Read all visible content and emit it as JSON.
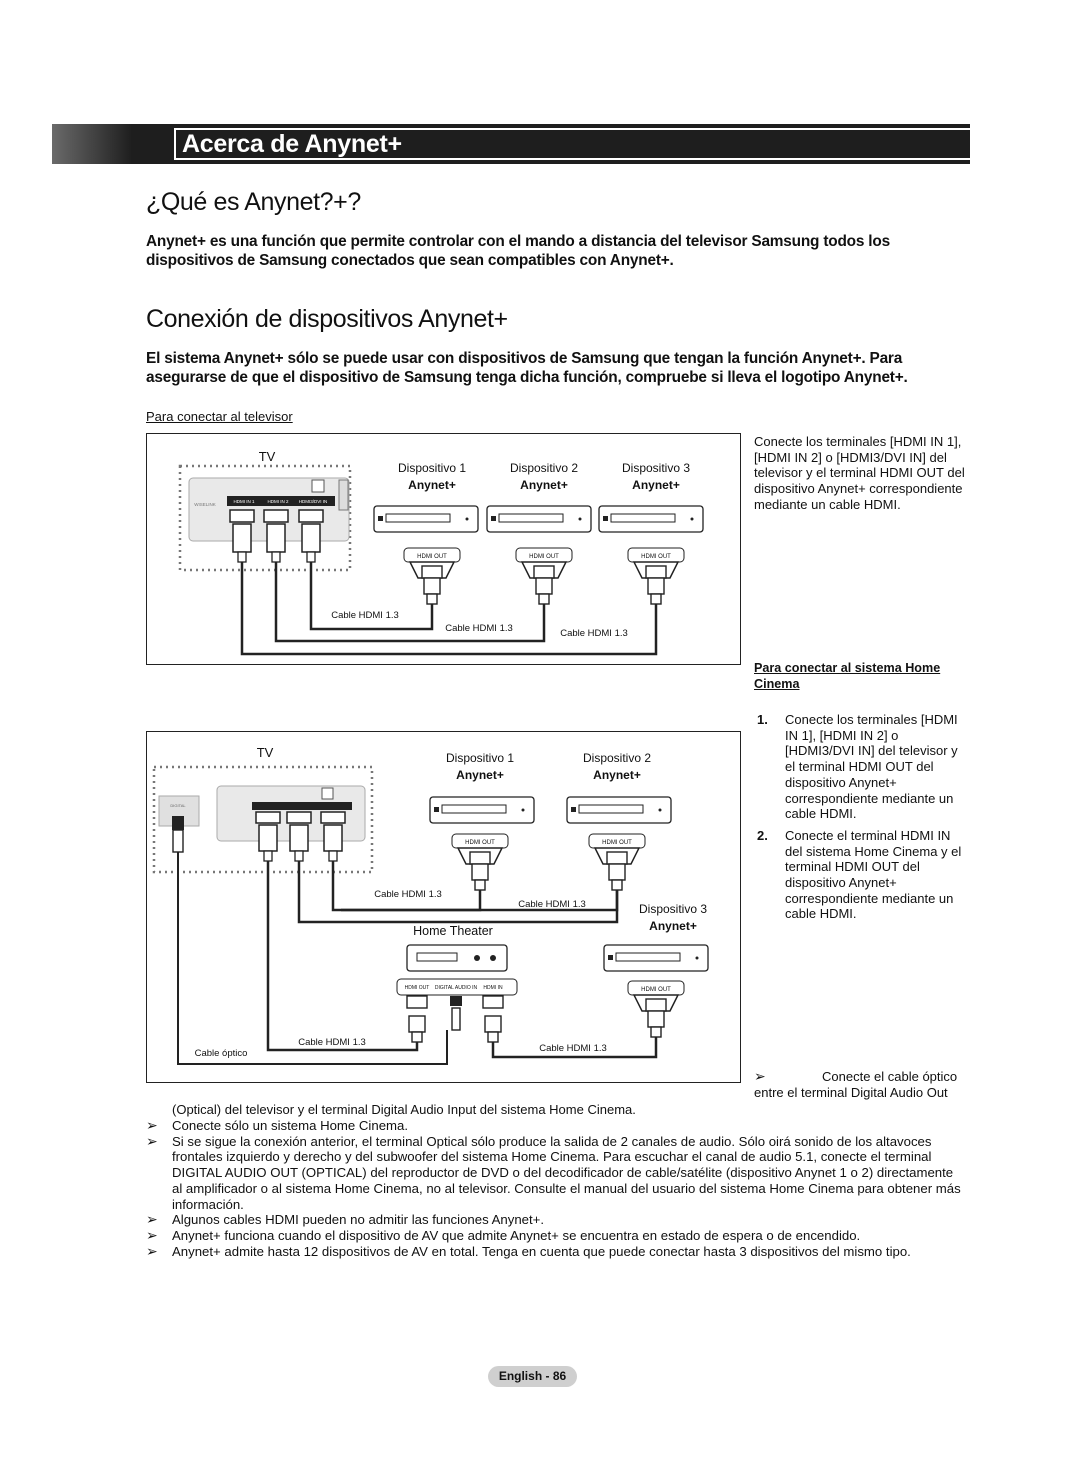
{
  "section_title": "Acerca de Anynet+",
  "heading1": "¿Qué es Anynet?+?",
  "intro": "Anynet+ es una función que permite controlar con el mando a distancia del televisor Samsung todos los dispositivos de Samsung conectados que sean compatibles con Anynet+.",
  "heading2": "Conexión de dispositivos Anynet+",
  "para2": "El sistema Anynet+ sólo se puede usar con dispositivos de Samsung que tengan la función Anynet+. Para asegurarse de que el dispositivo de Samsung tenga dicha función, compruebe si lleva el logotipo Anynet+.",
  "sub1": "Para conectar al televisor",
  "side1": "Conecte los terminales [HDMI IN 1], [HDMI IN 2] o [HDMI3/DVI IN] del televisor y el terminal HDMI OUT del dispositivo Anynet+ correspondiente mediante un cable HDMI.",
  "sub2": "Para conectar al sistema Home Cinema",
  "steps": [
    {
      "num": "1.",
      "text": "Conecte los terminales [HDMI IN 1], [HDMI IN 2] o [HDMI3/DVI IN] del televisor y el terminal HDMI OUT del dispositivo Anynet+ correspondiente mediante un cable HDMI."
    },
    {
      "num": "2.",
      "text": "Conecte el terminal HDMI IN del sistema Home Cinema y el terminal HDMI OUT del dispositivo Anynet+ correspondiente mediante un cable HDMI."
    }
  ],
  "note_arrow": "➢",
  "note_optical_a": "Conecte el cable óptico",
  "note_optical_b": "entre el terminal Digital Audio Out",
  "note_optical_c": "(Optical) del televisor y el terminal Digital Audio Input del sistema Home Cinema.",
  "notes": [
    "Conecte sólo un sistema Home Cinema.",
    "Si se sigue la conexión anterior, el terminal Optical sólo produce la salida de 2 canales de audio. Sólo oirá sonido de los altavoces frontales izquierdo y derecho y del subwoofer del sistema Home Cinema. Para escuchar el canal de audio 5.1, conecte el terminal DIGITAL AUDIO OUT (OPTICAL) del reproductor de DVD o del decodificador de cable/satélite (dispositivo Anynet 1 o 2) directamente al amplificador o al sistema Home Cinema, no al televisor. Consulte el manual del usuario del sistema Home Cinema para obtener más información.",
    "Algunos cables HDMI pueden no admitir las funciones Anynet+.",
    "Anynet+ funciona cuando el dispositivo de AV que admite Anynet+ se encuentra en estado de espera o de encendido.",
    "Anynet+ admite hasta 12 dispositivos de AV en total. Tenga en cuenta que puede conectar hasta 3 dispositivos del mismo tipo."
  ],
  "diagram1": {
    "tv": "TV",
    "devices": [
      {
        "name": "Dispositivo 1",
        "brand": "Anynet+",
        "port": "HDMI OUT"
      },
      {
        "name": "Dispositivo 2",
        "brand": "Anynet+",
        "port": "HDMI OUT"
      },
      {
        "name": "Dispositivo 3",
        "brand": "Anynet+",
        "port": "HDMI OUT"
      }
    ],
    "tv_ports": [
      "HDMI IN 1",
      "HDMI IN 2",
      "HDMI3/DVI IN"
    ],
    "tv_wiselink": "WISELINK",
    "cables": [
      "Cable HDMI 1.3",
      "Cable HDMI 1.3",
      "Cable HDMI 1.3"
    ]
  },
  "diagram2": {
    "tv": "TV",
    "devices": [
      {
        "name": "Dispositivo 1",
        "brand": "Anynet+",
        "port": "HDMI OUT"
      },
      {
        "name": "Dispositivo 2",
        "brand": "Anynet+",
        "port": "HDMI OUT"
      },
      {
        "name": "Dispositivo 3",
        "brand": "Anynet+",
        "port": "HDMI OUT"
      }
    ],
    "home_theater": "Home Theater",
    "ht_ports": [
      "HDMI OUT",
      "DIGITAL AUDIO IN",
      "HDMI IN"
    ],
    "tv_optical": "DIGITAL AUDIO OUT (OPTICAL)",
    "cables": [
      "Cable HDMI 1.3",
      "Cable HDMI 1.3",
      "Cable HDMI 1.3",
      "Cable HDMI 1.3"
    ],
    "optical_cable": "Cable óptico"
  },
  "footer": "English - 86"
}
